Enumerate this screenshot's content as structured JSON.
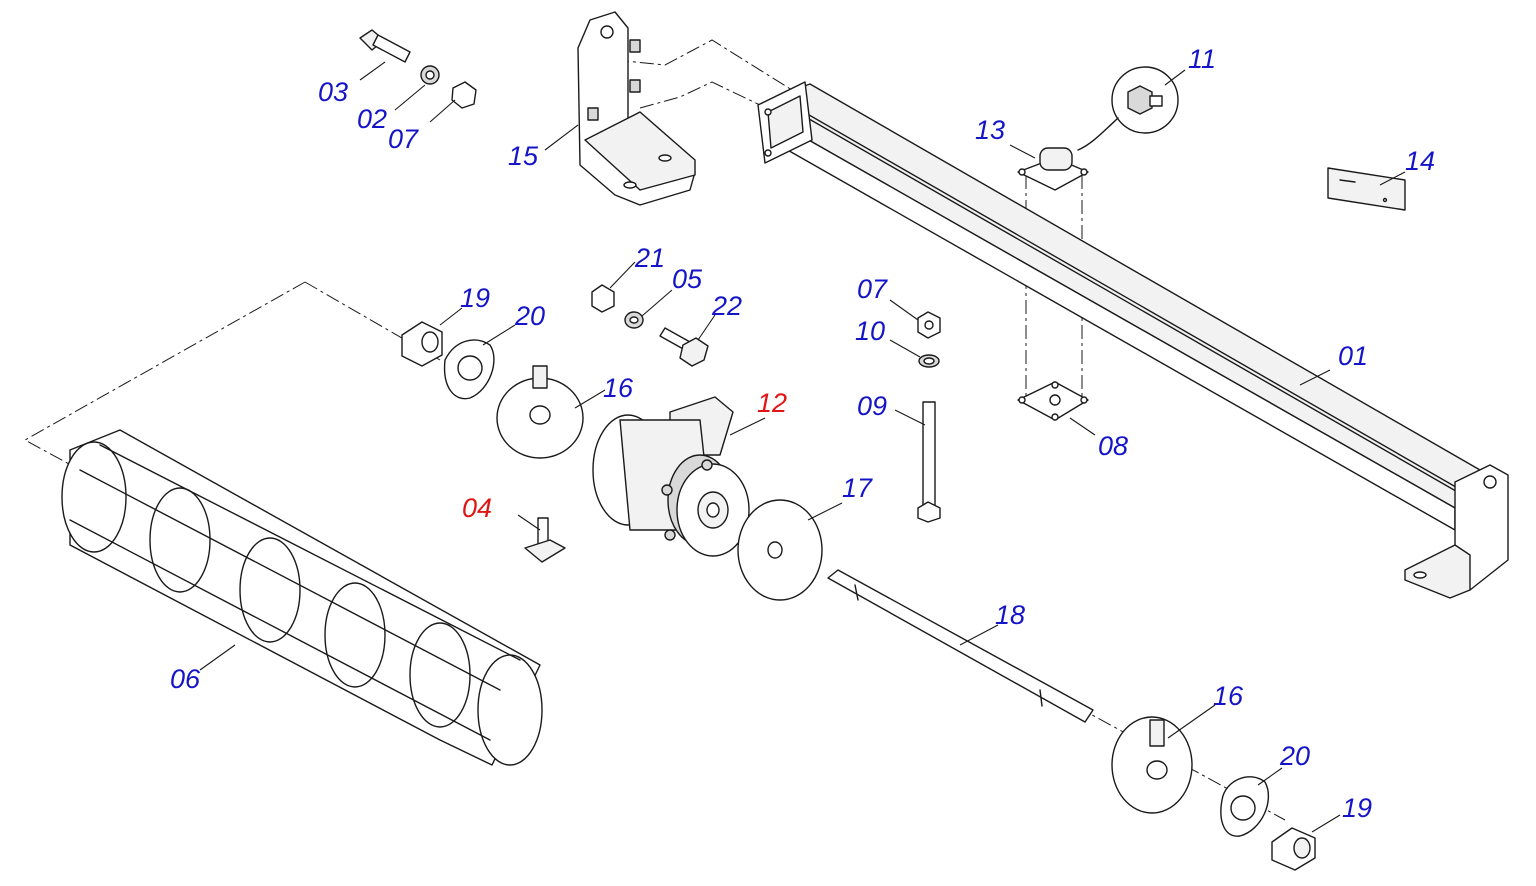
{
  "colors": {
    "callout_standard": "#1515c8",
    "callout_highlight": "#e01616",
    "line": "#1a1a1a"
  },
  "callouts": [
    {
      "id": "c01",
      "label": "01",
      "highlight": false
    },
    {
      "id": "c02",
      "label": "02",
      "highlight": false
    },
    {
      "id": "c03",
      "label": "03",
      "highlight": false
    },
    {
      "id": "c04",
      "label": "04",
      "highlight": true
    },
    {
      "id": "c05",
      "label": "05",
      "highlight": false
    },
    {
      "id": "c06",
      "label": "06",
      "highlight": false
    },
    {
      "id": "c07a",
      "label": "07",
      "highlight": false
    },
    {
      "id": "c07b",
      "label": "07",
      "highlight": false
    },
    {
      "id": "c08",
      "label": "08",
      "highlight": false
    },
    {
      "id": "c09",
      "label": "09",
      "highlight": false
    },
    {
      "id": "c10",
      "label": "10",
      "highlight": false
    },
    {
      "id": "c11",
      "label": "11",
      "highlight": false
    },
    {
      "id": "c12",
      "label": "12",
      "highlight": true
    },
    {
      "id": "c13",
      "label": "13",
      "highlight": false
    },
    {
      "id": "c14",
      "label": "14",
      "highlight": false
    },
    {
      "id": "c15",
      "label": "15",
      "highlight": false
    },
    {
      "id": "c16a",
      "label": "16",
      "highlight": false
    },
    {
      "id": "c16b",
      "label": "16",
      "highlight": false
    },
    {
      "id": "c17",
      "label": "17",
      "highlight": false
    },
    {
      "id": "c18",
      "label": "18",
      "highlight": false
    },
    {
      "id": "c19a",
      "label": "19",
      "highlight": false
    },
    {
      "id": "c19b",
      "label": "19",
      "highlight": false
    },
    {
      "id": "c20a",
      "label": "20",
      "highlight": false
    },
    {
      "id": "c20b",
      "label": "20",
      "highlight": false
    },
    {
      "id": "c21",
      "label": "21",
      "highlight": false
    },
    {
      "id": "c22",
      "label": "22",
      "highlight": false
    }
  ]
}
